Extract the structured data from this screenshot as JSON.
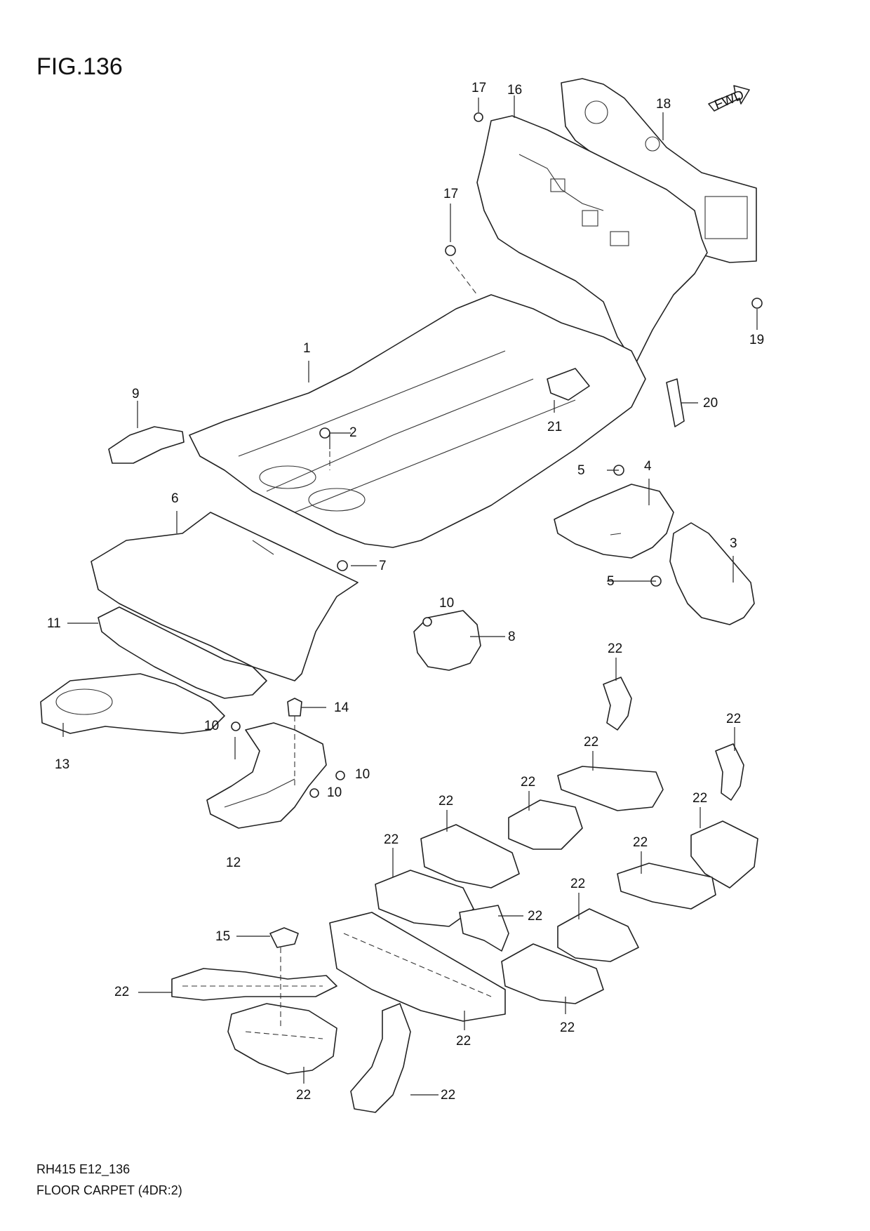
{
  "figure": {
    "title": "FIG.136",
    "code": "RH415 E12_136",
    "caption": "FLOOR CARPET (4DR:2)",
    "fwd_label": "FWD"
  },
  "callouts": [
    "1",
    "2",
    "3",
    "4",
    "5",
    "5",
    "6",
    "7",
    "8",
    "9",
    "10",
    "10",
    "10",
    "10",
    "11",
    "12",
    "13",
    "14",
    "15",
    "16",
    "17",
    "17",
    "18",
    "19",
    "20",
    "21",
    "22",
    "22",
    "22",
    "22",
    "22",
    "22",
    "22",
    "22",
    "22",
    "22",
    "22",
    "22",
    "22",
    "22",
    "22",
    "22"
  ]
}
